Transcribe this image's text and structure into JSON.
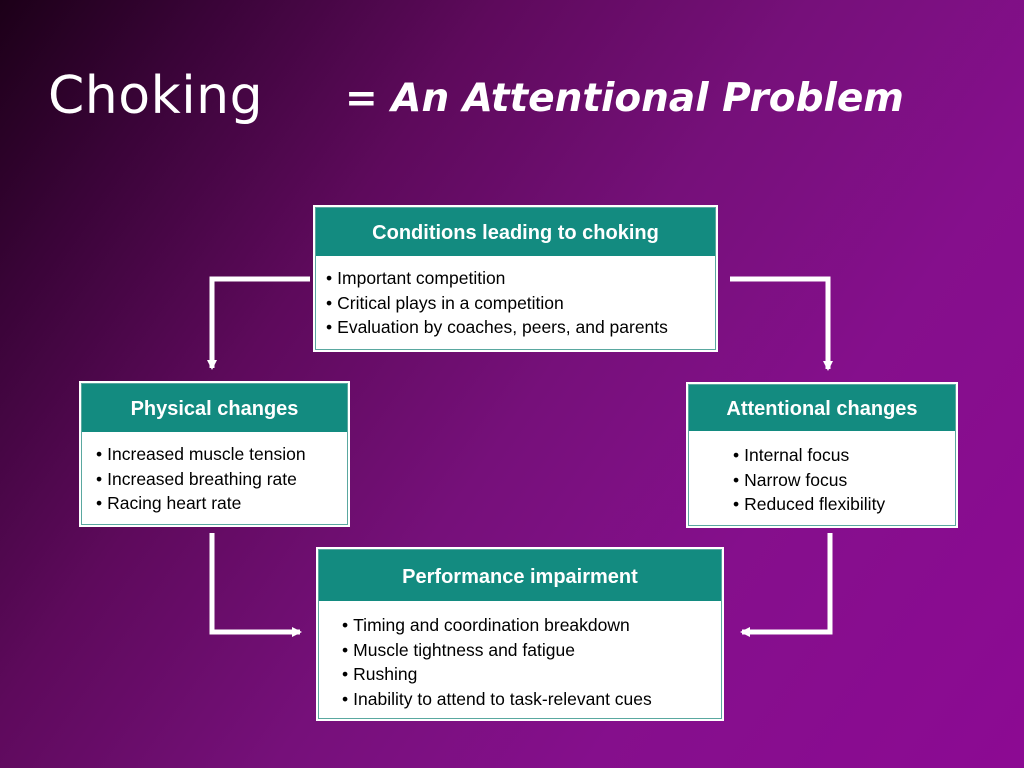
{
  "title": {
    "main": "Choking",
    "subtitle": "=  An Attentional Problem"
  },
  "colors": {
    "header_fill": "#138b80",
    "background_dark": "#1c0018",
    "background_purple": "#8c0a93",
    "arrow": "#ffffff"
  },
  "boxes": {
    "conditions": {
      "header": "Conditions leading to choking",
      "items": [
        "Important competition",
        "Critical plays in a competition",
        "Evaluation by coaches, peers, and parents"
      ]
    },
    "physical": {
      "header": "Physical changes",
      "items": [
        "Increased muscle tension",
        "Increased breathing rate",
        "Racing heart rate"
      ]
    },
    "attentional": {
      "header": "Attentional changes",
      "items": [
        "Internal focus",
        "Narrow focus",
        "Reduced flexibility"
      ]
    },
    "performance": {
      "header": "Performance impairment",
      "items": [
        "Timing and coordination breakdown",
        "Muscle tightness and fatigue",
        "Rushing",
        "Inability to attend to task-relevant cues"
      ]
    }
  },
  "flow": [
    {
      "from": "conditions",
      "to": "physical"
    },
    {
      "from": "conditions",
      "to": "attentional"
    },
    {
      "from": "physical",
      "to": "performance"
    },
    {
      "from": "attentional",
      "to": "performance"
    }
  ]
}
